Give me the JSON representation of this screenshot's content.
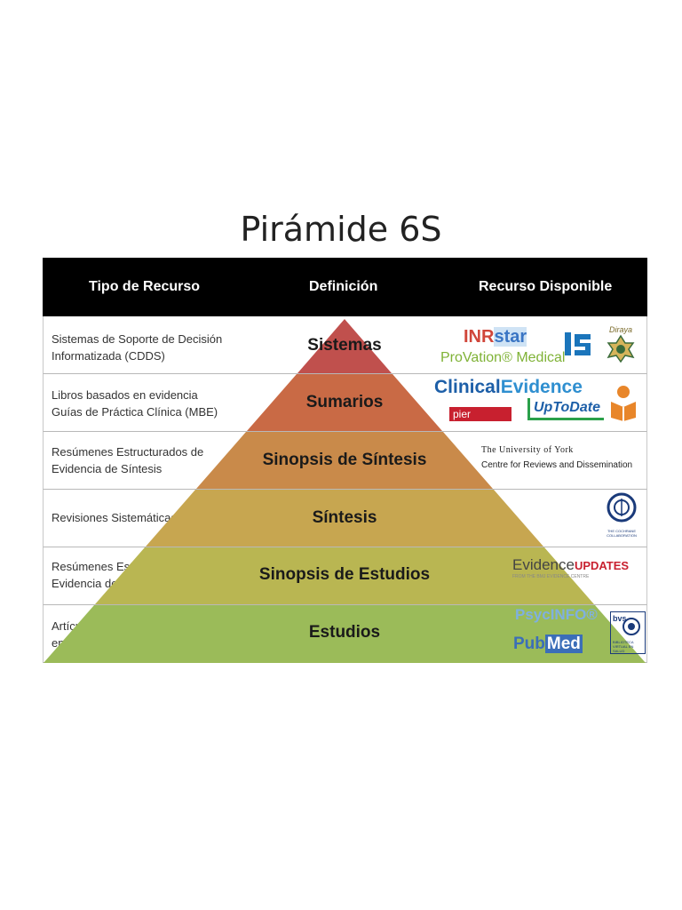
{
  "title": "Pirámide 6S",
  "header": {
    "col1": "Tipo de Recurso",
    "col2": "Definición",
    "col3": "Recurso Disponible"
  },
  "rows": [
    {
      "line1": "Sistemas de Soporte de Decisión",
      "line2": "Informatizada (CDDS)",
      "tier": "Sistemas",
      "color": "#c0504d"
    },
    {
      "line1": "Libros basados en evidencia",
      "line2": "Guías de Práctica Clínica (MBE)",
      "tier": "Sumarios",
      "color": "#c96a45"
    },
    {
      "line1": "Resúmenes Estructurados de",
      "line2": "Evidencia de Síntesis",
      "tier": "Sinopsis de Síntesis",
      "color": "#c98a4a"
    },
    {
      "line1": "Revisiones Sistemáticas",
      "line2": "",
      "tier": "Síntesis",
      "color": "#c7a650"
    },
    {
      "line1": "Resúmenes Estructurados de",
      "line2": "Evidencia de Estudios",
      "tier": "Sinopsis de Estudios",
      "color": "#b9b652"
    },
    {
      "line1": "Artículos Originales publicados",
      "line2": "en Revistas",
      "tier": "Estudios",
      "color": "#9bbb59"
    }
  ],
  "resources": {
    "inr_a": "INR",
    "inr_b": "star",
    "provation": "ProVation® Medical",
    "diraya": "Diraya",
    "clinical_a": "Clinical",
    "clinical_b": "Evidence",
    "pier": "pier",
    "uptodate": "UpToDate",
    "york_1": "The University of York",
    "york_2": "Centre for Reviews and Dissemination",
    "cochrane": "THE COCHRANE COLLABORATION",
    "evidence_a": "Evidence",
    "evidence_b": "UPDATES",
    "evidence_sub": "FROM THE BMJ EVIDENCE CENTRE",
    "psycinfo": "PsycINFO®",
    "pubmed_a": "Pub",
    "pubmed_b": "Med",
    "bvs": "bvs",
    "bvs_sub": "BIBLIOTECA VIRTUAL EN SALUD"
  }
}
